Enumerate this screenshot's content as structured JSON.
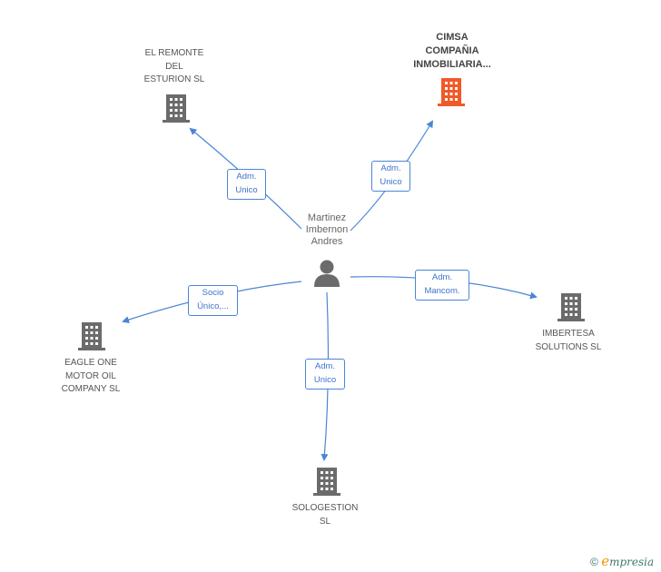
{
  "center": {
    "label": "Martinez\nImbernon\nAndres",
    "icon": "person-icon"
  },
  "companies": [
    {
      "id": "el-remonte",
      "label": "EL REMONTE\nDEL\nESTURION  SL",
      "icon": "building-icon",
      "highlight": false
    },
    {
      "id": "cimsa",
      "label": "CIMSA\nCOMPAÑIA\nINMOBILIARIA...",
      "icon": "building-icon",
      "highlight": true
    },
    {
      "id": "imbertesa",
      "label": "IMBERTESA\nSOLUTIONS SL",
      "icon": "building-icon",
      "highlight": false
    },
    {
      "id": "sologestion",
      "label": "SOLOGESTION\nSL",
      "icon": "building-icon",
      "highlight": false
    },
    {
      "id": "eagle-one",
      "label": "EAGLE ONE\nMOTOR OIL\nCOMPANY  SL",
      "icon": "building-icon",
      "highlight": false
    }
  ],
  "relations": [
    {
      "target": "el-remonte",
      "label": "Adm.\nUnico"
    },
    {
      "target": "cimsa",
      "label": "Adm.\nUnico"
    },
    {
      "target": "imbertesa",
      "label": "Adm.\nMancom."
    },
    {
      "target": "sologestion",
      "label": "Adm.\nUnico"
    },
    {
      "target": "eagle-one",
      "label": "Socio\nÚnico,..."
    }
  ],
  "colors": {
    "edge": "#4a86d6",
    "building": "#6b6b6b",
    "building_highlight": "#f05a28",
    "person": "#6b6b6b"
  },
  "footer": {
    "copyright": "©",
    "brand_initial": "e",
    "brand_rest": "mpresia"
  }
}
